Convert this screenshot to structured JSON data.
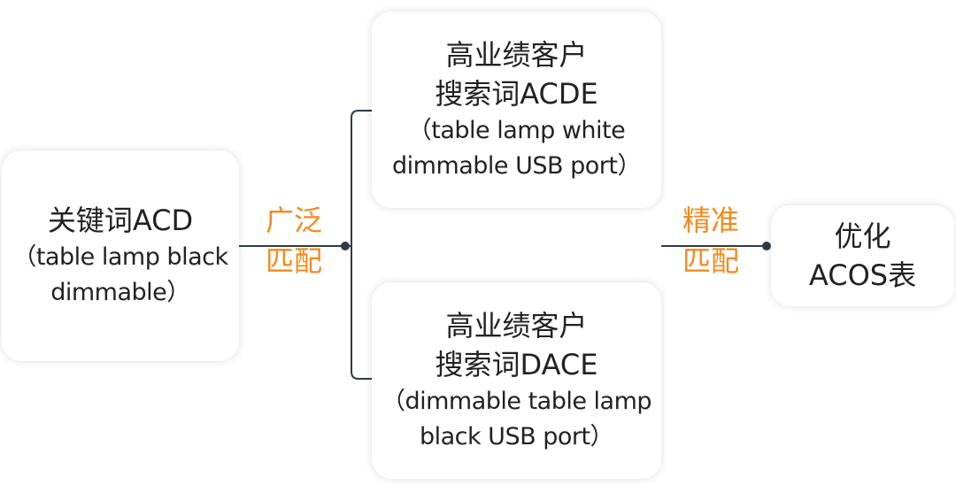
{
  "keyword_box": {
    "title": "关键词ACD",
    "line2": "（table lamp black",
    "line3": "dimmable）"
  },
  "broad_match_label": {
    "line1": "广泛",
    "line2": "匹配"
  },
  "top_result_box": {
    "line1": "高业绩客户",
    "line2": "搜索词ACDE",
    "line3": "（table lamp white",
    "line4": "dimmable USB port）"
  },
  "bottom_result_box": {
    "line1": "高业绩客户",
    "line2": "搜索词DACE",
    "line3": "（dimmable table lamp",
    "line4": "black USB port）"
  },
  "exact_match_label": {
    "line1": "精准",
    "line2": "匹配"
  },
  "acos_box": {
    "line1": "优化",
    "line2": "ACOS表"
  },
  "colors": {
    "accent": "#f28a1d",
    "line": "#2f3b46",
    "text": "#222222"
  }
}
